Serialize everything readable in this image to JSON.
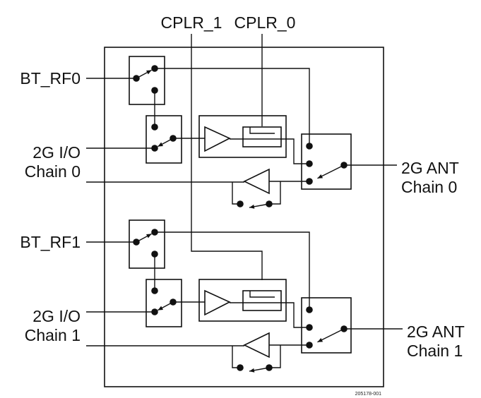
{
  "diagram": {
    "type": "RF front-end block diagram",
    "top_labels": {
      "cplr1": "CPLR_1",
      "cplr0": "CPLR_0"
    },
    "chains": [
      {
        "id": "chain0",
        "bt_label": "BT_RF0",
        "io_label_line1": "2G I/O",
        "io_label_line2": "Chain 0",
        "ant_label_line1": "2G ANT",
        "ant_label_line2": "Chain 0",
        "coupler": "CPLR_0"
      },
      {
        "id": "chain1",
        "bt_label": "BT_RF1",
        "io_label_line1": "2G I/O",
        "io_label_line2": "Chain 1",
        "ant_label_line1": "2G ANT",
        "ant_label_line2": "Chain 1",
        "coupler": "CPLR_1"
      }
    ],
    "figure_id": "205178-001"
  }
}
